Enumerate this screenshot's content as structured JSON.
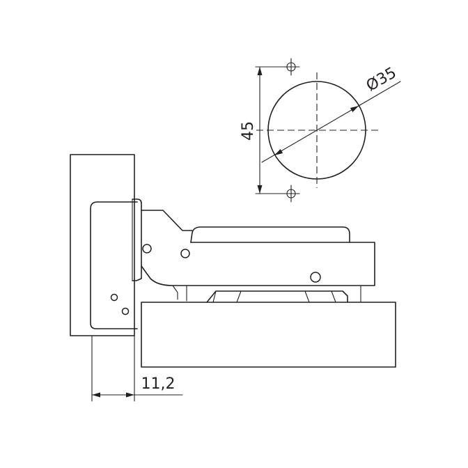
{
  "dimensions": {
    "diameter_label": "Ø35",
    "height_label": "45",
    "overlay_label": "11,2"
  },
  "colors": {
    "line": "#231f20",
    "background": "#ffffff"
  }
}
